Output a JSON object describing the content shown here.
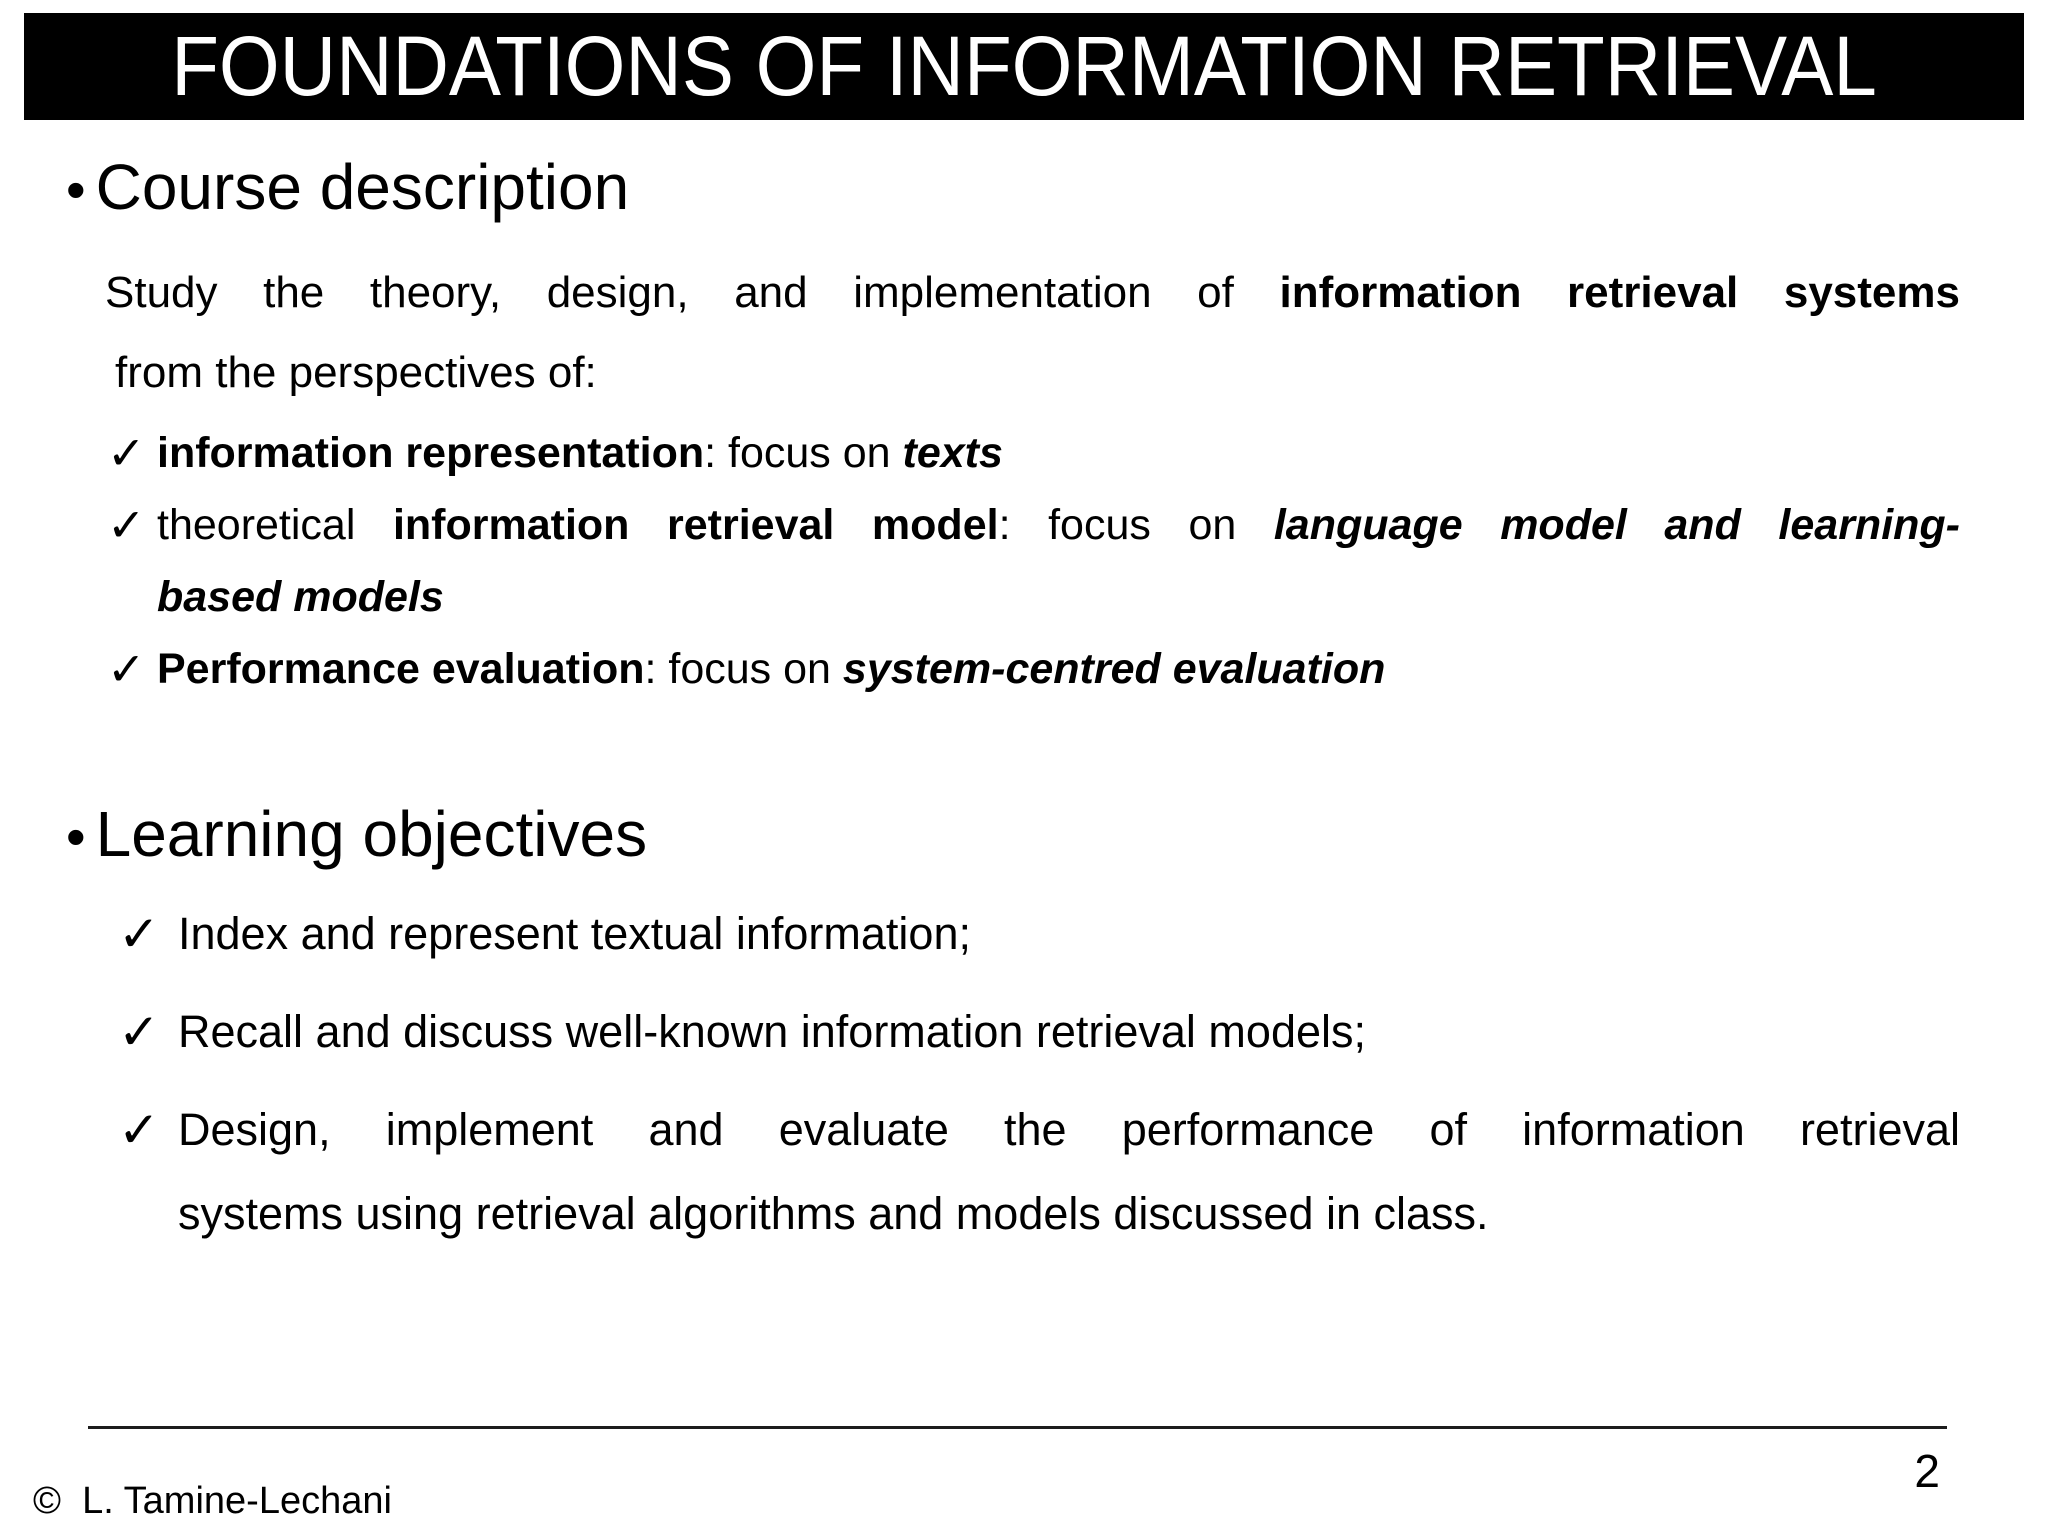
{
  "icons": {
    "bullet": "•",
    "check": "✓"
  },
  "title": "FOUNDATIONS OF INFORMATION RETRIEVAL",
  "course": {
    "heading": "Course description",
    "intro": {
      "line1_normal": "Study the theory, design, and implementation of ",
      "line1_bold": "information retrieval systems",
      "line2": "from the perspectives of:"
    },
    "items": [
      {
        "bold": "information representation",
        "normal": ": focus on ",
        "bold_italic": "texts"
      },
      {
        "normal1": "theoretical ",
        "bold": "information retrieval model",
        "normal2": ": focus on ",
        "bold_italic_line1": "language model and learning-",
        "bold_italic_line2": "based models"
      },
      {
        "bold": "Performance evaluation",
        "normal": ": focus on ",
        "bold_italic": "system-centred evaluation"
      }
    ]
  },
  "objectives": {
    "heading": "Learning objectives",
    "items": [
      {
        "line1": "Index and represent textual information;"
      },
      {
        "line1": "Recall and discuss well-known information retrieval models;"
      },
      {
        "line1": "Design, implement and evaluate the performance of information retrieval",
        "line2": "systems using retrieval algorithms and models discussed in class."
      }
    ]
  },
  "footer": {
    "copyright": "©  L. Tamine-Lechani",
    "page_number": "2"
  }
}
